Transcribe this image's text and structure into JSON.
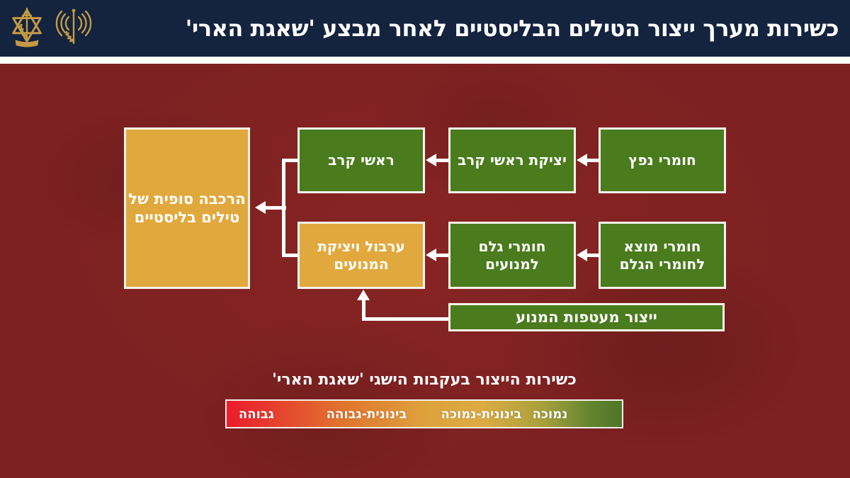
{
  "header": {
    "title": "כשירות מערך ייצור הטילים הבליסטיים לאחר מבצע 'שאגת הארי'"
  },
  "flow": {
    "explosives": "חומרי נפץ",
    "warhead_casting": "יציקת ראשי קרב",
    "warheads": "ראשי קרב",
    "precursor": "חומרי מוצא\nלחומרי הגלם",
    "motor_raw": "חומרי גלם\nלמנועים",
    "motor_mixing": "ערבול ויציקת\nהמנועים",
    "motor_casings": "ייצור מעטפות המנוע",
    "final_assembly": "הרכבה סופית של\nטילים בליסטיים"
  },
  "box_status": {
    "explosives": "green",
    "warhead_casting": "green",
    "warheads": "green",
    "precursor": "green",
    "motor_raw": "green",
    "motor_mixing": "yellow",
    "motor_casings": "green",
    "final_assembly": "yellow"
  },
  "legend": {
    "title": "כשירות הייצור בעקבות הישגי 'שאגת הארי'",
    "low": "נמוכה",
    "medium_low": "בינונית-נמוכה",
    "medium_high": "בינונית-גבוהה",
    "high": "גבוהה"
  },
  "icons": [
    "idf-spokesperson-antenna-icon",
    "idf-emblem-icon"
  ],
  "colors": {
    "header_navy": "#14233e",
    "background_red": "#7e2122",
    "box_green": "#4a7b1d",
    "box_yellow": "#e1a93d",
    "box_border": "#f6f3ea",
    "scale_red": "#ec1b2c",
    "scale_amber": "#dda23c",
    "scale_green": "#4f7529",
    "logo_gold": "#c49a45",
    "text_white": "#ffffff"
  }
}
